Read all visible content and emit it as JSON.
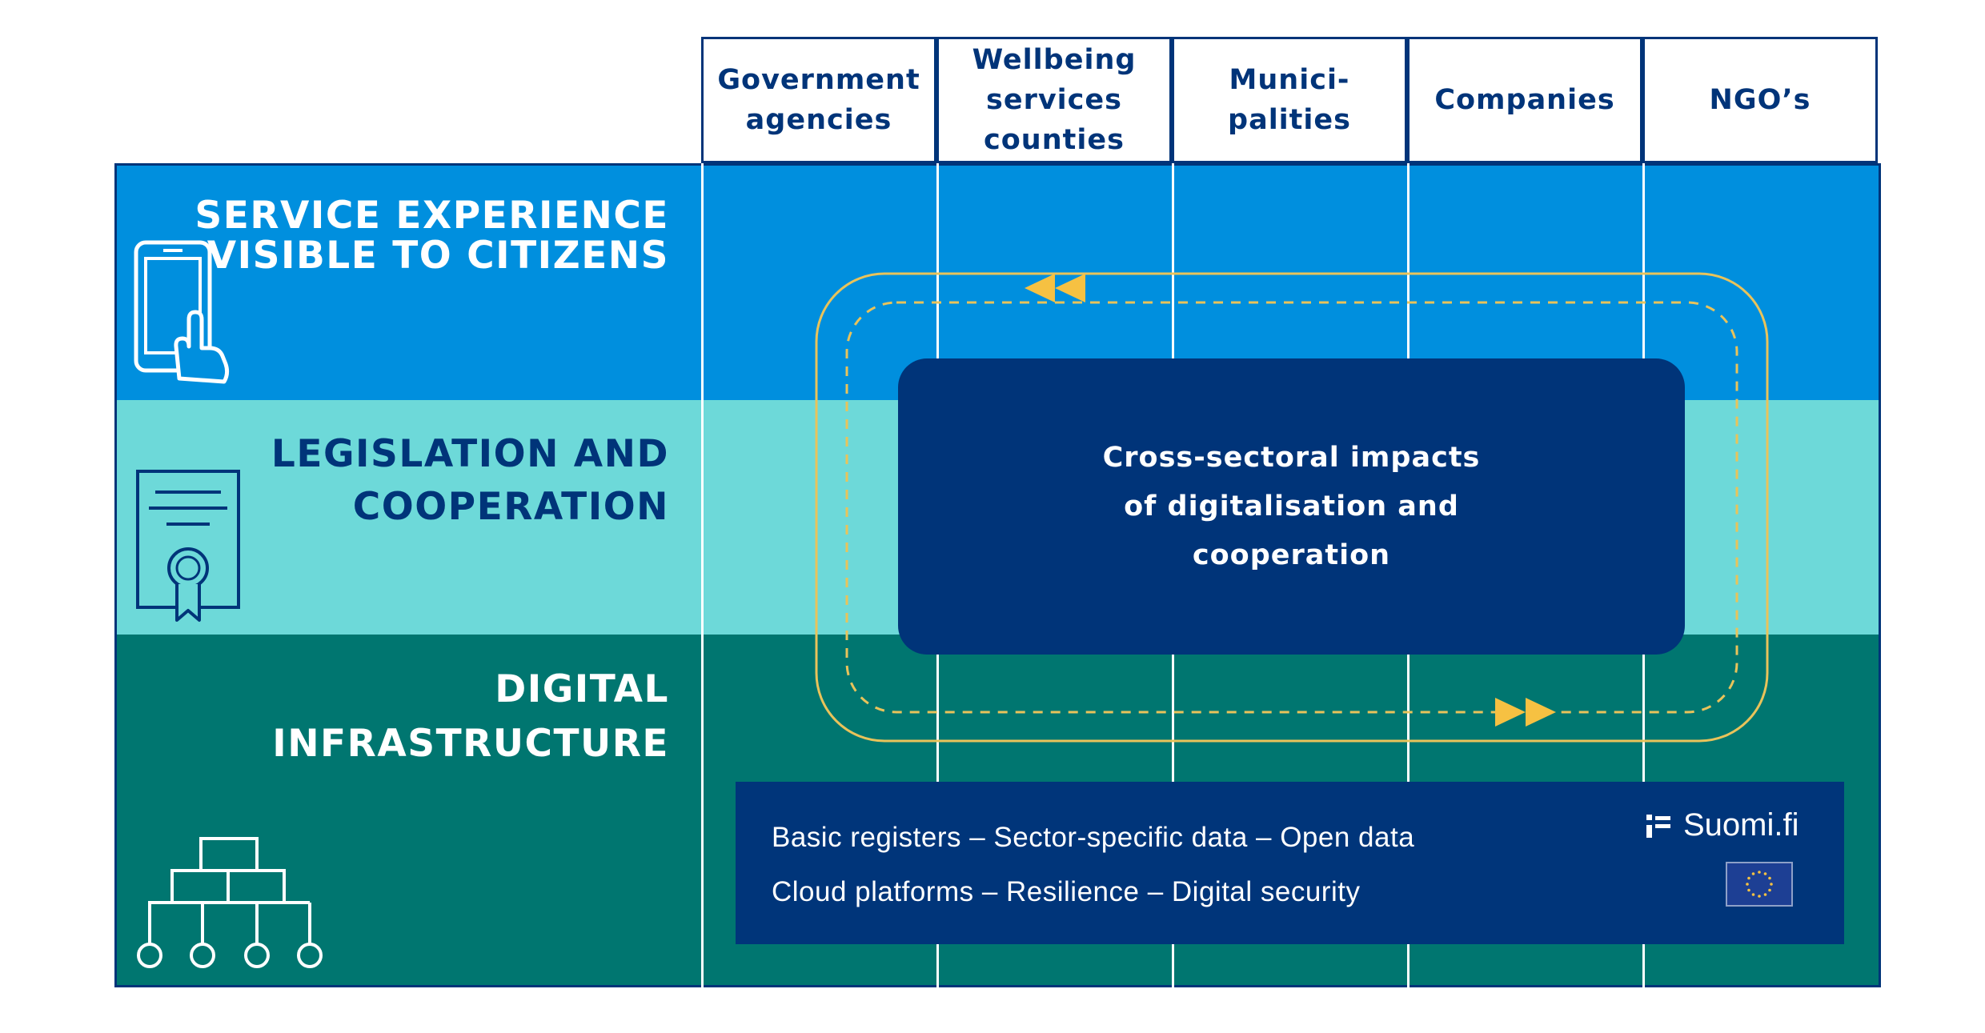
{
  "columns": [
    {
      "label": "Government\nagencies"
    },
    {
      "label": "Wellbeing\nservices\ncounties"
    },
    {
      "label": "Munici-\npalities"
    },
    {
      "label": "Companies"
    },
    {
      "label": "NGO’s"
    }
  ],
  "rows": [
    {
      "label": "SERVICE EXPERIENCE\nVISIBLE TO CITIZENS",
      "icon": "tablet-touch-icon",
      "color": "#008fde",
      "text_color": "#ffffff"
    },
    {
      "label": "LEGISLATION AND\nCOOPERATION",
      "icon": "certificate-icon",
      "color": "#6dd9d9",
      "text_color": "#003479"
    },
    {
      "label": "DIGITAL\nINFRASTRUCTURE",
      "icon": "network-hierarchy-icon",
      "color": "#007670",
      "text_color": "#ffffff"
    }
  ],
  "center_box": {
    "text": "Cross-sectoral impacts\nof digitalisation and\ncooperation",
    "color": "#003479"
  },
  "infrastructure_box": {
    "line1": "Basic registers – Sector-specific data – Open data",
    "line2": "Cloud platforms – Resilience – Digital security",
    "logo_text": "Suomi.fi",
    "logo_icon": "suomi-fi-logo-icon",
    "flag_icon": "eu-flag-icon"
  },
  "colors": {
    "navy": "#003479",
    "arrow": "#f6c142",
    "loop_line": "#e9c35a"
  }
}
